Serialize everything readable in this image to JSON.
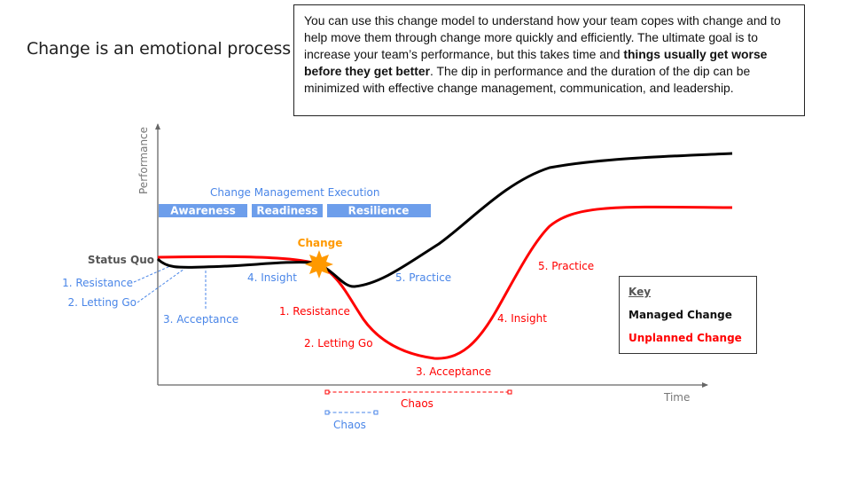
{
  "slide": {
    "title": "Change is an emotional process"
  },
  "info_box": {
    "text_before": "You can use this change model to understand how your team copes with change and to help move them through change more quickly and efficiently. The ultimate goal is to increase your team’s performance, but this takes time and ",
    "text_bold": "things usually get worse before they get better",
    "text_after": ". The dip in performance and the duration of the dip can be minimized with effective change management, communication, and leadership."
  },
  "axes": {
    "y_label": "Performance",
    "x_label": "Time"
  },
  "change_management": {
    "heading": "Change Management Execution",
    "phases": [
      "Awareness",
      "Readiness",
      "Resilience"
    ],
    "bar_color": "#6d9eeb"
  },
  "markers": {
    "status_quo": "Status Quo",
    "change_event": "Change",
    "change_color": "#ff9900"
  },
  "managed_change": {
    "color": "#000000",
    "stages": [
      "1. Resistance",
      "2. Letting Go",
      "3. Acceptance",
      "4. Insight",
      "5. Practice"
    ],
    "chaos_label": "Chaos",
    "label_color": "#4a86e8"
  },
  "unplanned_change": {
    "color": "#ff0000",
    "stages": [
      "1. Resistance",
      "2. Letting Go",
      "3. Acceptance",
      "4. Insight",
      "5. Practice"
    ],
    "chaos_label": "Chaos",
    "label_color": "#ff0000"
  },
  "key": {
    "title": "Key",
    "managed": "Managed Change",
    "unplanned": "Unplanned Change"
  }
}
